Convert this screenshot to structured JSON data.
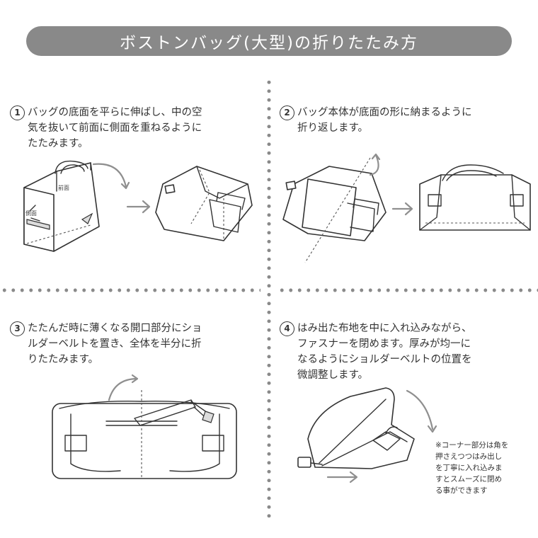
{
  "title": "ボストンバッグ(大型)の折りたたみ方",
  "steps": [
    {
      "number": "1",
      "text": "バッグの底面を平らに伸ばし、中の空\n気を抜いて前面に側面を重ねるように\nたたみます。"
    },
    {
      "number": "2",
      "text": "バッグ本体が底面の形に納まるように\n折り返します。"
    },
    {
      "number": "3",
      "text": "たたんだ時に薄くなる開口部分にショ\nルダーベルトを置き、全体を半分に折\nりたたみます。"
    },
    {
      "number": "4",
      "text": "はみ出た布地を中に入れ込みながら、\nファスナーを閉めます。厚みが均一に\nなるようにショルダーベルトの位置を\n微調整します。"
    }
  ],
  "labels": {
    "front": "前面",
    "side": "側面"
  },
  "note": "※コーナー部分は角を\n押さえつつはみ出し\nを丁寧に入れ込みま\nすとスムーズに閉め\nる事ができます",
  "colors": {
    "title_bg": "#898989",
    "dots": "#8a8a8a",
    "line": "#333333",
    "arrow": "#8f8f8f"
  }
}
